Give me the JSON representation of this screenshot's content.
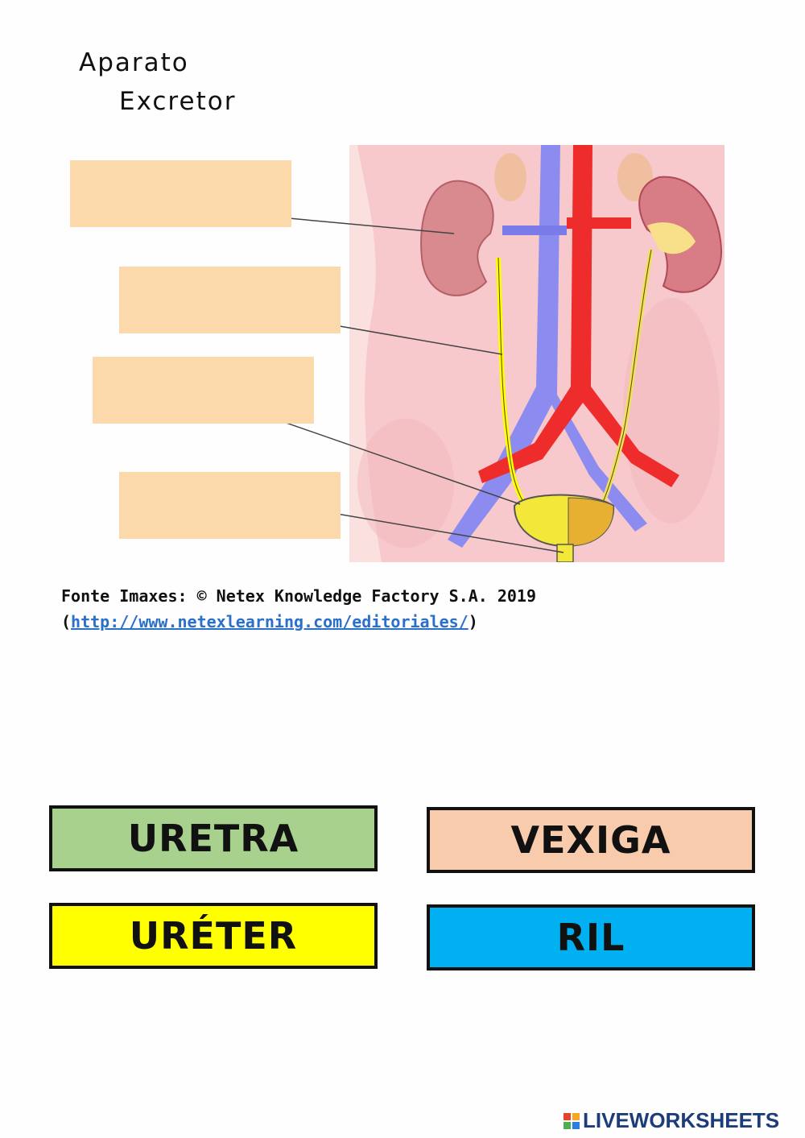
{
  "header": {
    "title_line_1": "Aparato",
    "title_line_2": "Excretor"
  },
  "figure": {
    "drop_zones": [
      "",
      "",
      "",
      ""
    ]
  },
  "credit": {
    "text": "Fonte Imaxes: © Netex Knowledge Factory S.A. 2019",
    "open_paren": "(",
    "link": "http://www.netexlearning.com/editoriales/",
    "close_paren": ")"
  },
  "word_bank": {
    "cards": [
      {
        "label": "URETRA",
        "color": "#a9d18e"
      },
      {
        "label": "VEXIGA",
        "color": "#f7cbac"
      },
      {
        "label": "URÉTER",
        "color": "#ffff00"
      },
      {
        "label": "RIL",
        "color": "#00b0f0"
      }
    ]
  },
  "footer": {
    "brand": "LIVEWORKSHEETS",
    "logo_colors": [
      "#e8412c",
      "#f6a623",
      "#4caf50",
      "#2a7de1"
    ]
  }
}
